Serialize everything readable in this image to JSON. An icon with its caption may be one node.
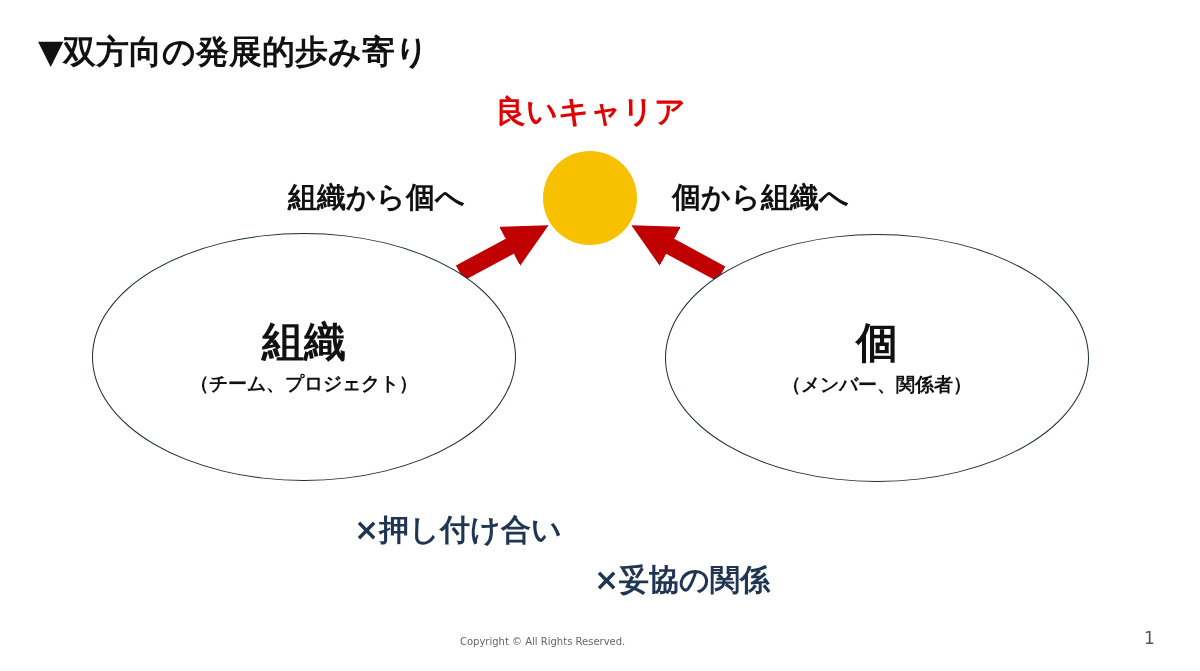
{
  "diagram": {
    "title": "▼双方向の発展的歩み寄り",
    "nodes": [
      {
        "text": [
          "良いキャリア"
        ]
      },
      {
        "text": [
          "組織",
          "（チーム、プロジェクト）"
        ]
      },
      {
        "text": [
          "個",
          "（メンバー、関係者）"
        ]
      }
    ],
    "edges": [
      {
        "from": 1,
        "to": 0,
        "arrow": "to",
        "label": "組織から個へ"
      },
      {
        "from": 2,
        "to": 0,
        "arrow": "to",
        "label": "個から組織へ"
      }
    ],
    "labels": [
      "×押し付け合い",
      "×妥協の関係",
      "Copyright © All Rights Reserved.",
      "1"
    ]
  }
}
